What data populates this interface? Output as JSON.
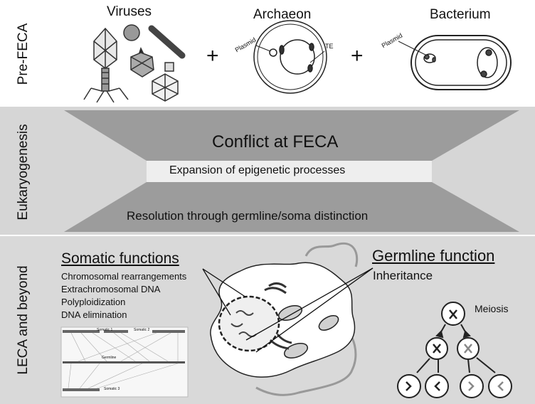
{
  "sections": {
    "pre_feca": "Pre-FECA",
    "eukaryogenesis": "Eukaryogenesis",
    "leca": "LECA and beyond"
  },
  "top": {
    "viruses": "Viruses",
    "archaeon": "Archaeon",
    "bacterium": "Bacterium",
    "plus": "+",
    "plasmid": "Plasmid",
    "te": "TE"
  },
  "middle": {
    "conflict": "Conflict at FECA",
    "expansion": "Expansion of epigenetic processes",
    "resolution": "Resolution through germline/soma distinction"
  },
  "bottom": {
    "somatic_title": "Somatic functions",
    "somatic_items": [
      "Chromosomal rearrangements",
      "Extrachromosomal DNA",
      "Polyploidization",
      "DNA elimination"
    ],
    "germline_title": "Germline function",
    "germline_sub": "Inheritance",
    "meiosis": "Meiosis",
    "inset": {
      "somatic1": "Somatic 1",
      "somatic2": "Somatic 2",
      "germline": "Germline",
      "somatic3": "Somatic 3"
    }
  }
}
